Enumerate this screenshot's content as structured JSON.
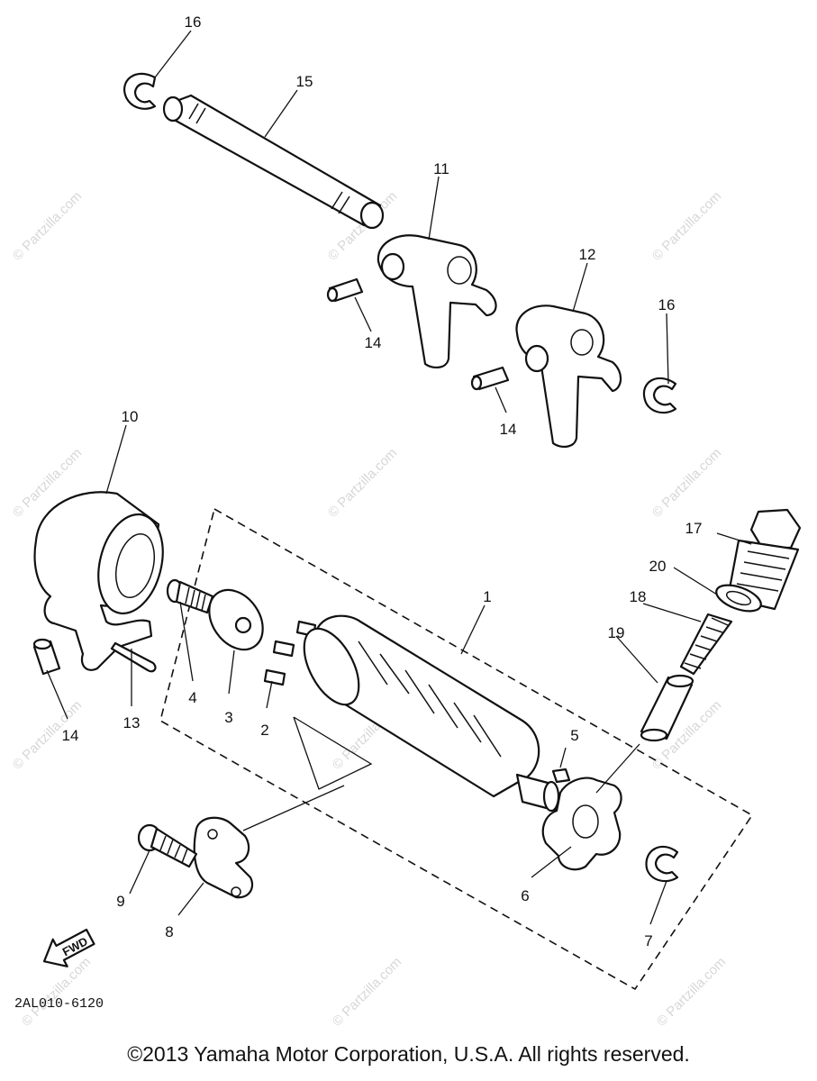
{
  "diagram": {
    "callouts": [
      "16",
      "15",
      "11",
      "12",
      "14",
      "16",
      "14",
      "10",
      "17",
      "20",
      "1",
      "18",
      "19",
      "14",
      "13",
      "4",
      "3",
      "2",
      "5",
      "9",
      "8",
      "6",
      "7"
    ],
    "arrow_label": "FWD",
    "drawing_code": "2AL010-6120",
    "watermark": "© Partzilla.com",
    "copyright": "©2013  Yamaha Motor Corporation, U.S.A. All rights reserved."
  }
}
